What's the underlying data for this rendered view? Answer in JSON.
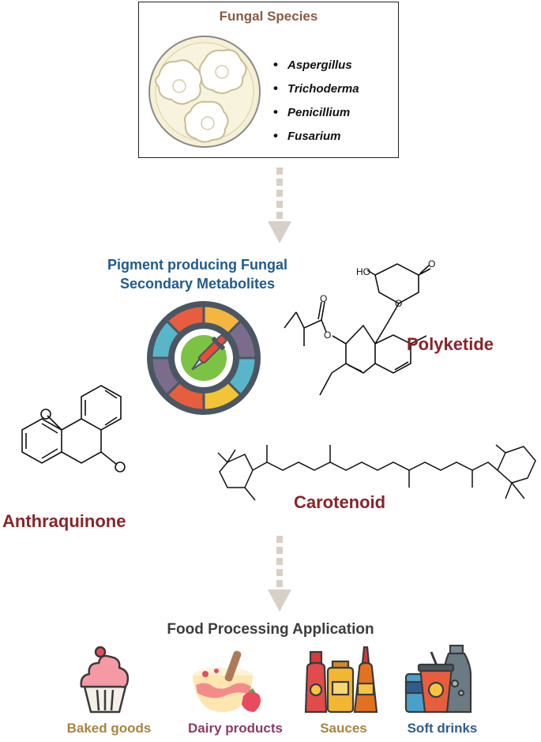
{
  "fungal_species": {
    "title": "Fungal Species",
    "items": [
      "Aspergillus",
      "Trichoderma",
      "Penicillium",
      "Fusarium"
    ]
  },
  "pigments": {
    "title_line1": "Pigment producing Fungal",
    "title_line2": "Secondary Metabolites",
    "polyketide": "Polyketide",
    "anthraquinone": "Anthraquinone",
    "carotenoid": "Carotenoid",
    "ho_label": "HO",
    "o_label": "O"
  },
  "food_processing": {
    "title": "Food Processing Application",
    "items": [
      {
        "label": "Baked goods",
        "color": "#a8843f"
      },
      {
        "label": "Dairy products",
        "color": "#8c3a67"
      },
      {
        "label": "Sauces",
        "color": "#a8843f"
      },
      {
        "label": "Soft drinks",
        "color": "#2d5e8e"
      }
    ]
  },
  "colors": {
    "arrow": "#d8cfc6",
    "label_red": "#8b2328",
    "title_blue": "#215a8e",
    "species_title": "#8a5a44"
  }
}
